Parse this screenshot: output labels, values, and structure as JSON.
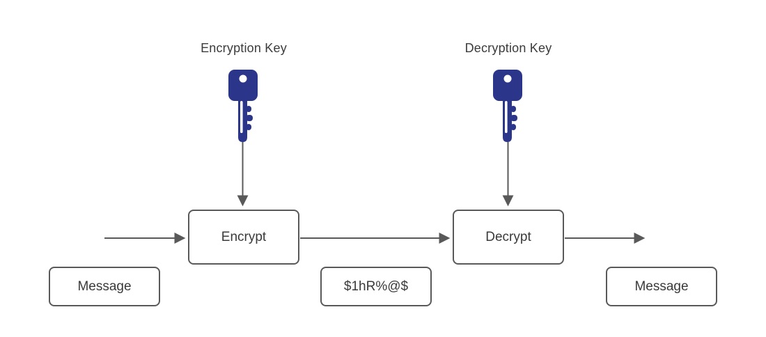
{
  "diagram": {
    "encryption_key_label": "Encryption Key",
    "decryption_key_label": "Decryption Key",
    "encrypt_label": "Encrypt",
    "decrypt_label": "Decrypt",
    "message_left_label": "Message",
    "ciphertext_label": "$1hR%@$",
    "message_right_label": "Message",
    "colors": {
      "key_fill": "#2b3589",
      "key_hole": "#ffffff",
      "arrow": "#595959",
      "box_border": "#595959",
      "box_fill": "#ffffff",
      "text": "#3a3a3a",
      "background": "#ffffff"
    }
  }
}
